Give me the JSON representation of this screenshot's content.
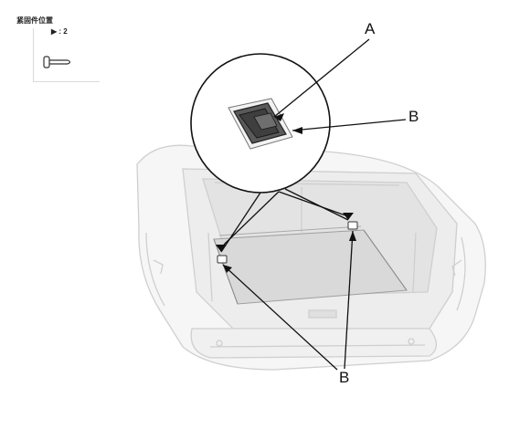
{
  "legend": {
    "title": "紧固件位置",
    "quantity": "▶ : 2",
    "fastener_icon": "clip-icon"
  },
  "callouts": {
    "a": "A",
    "b_detail": "B",
    "b_locations": "B"
  },
  "colors": {
    "line": "#111111",
    "vehicle_outline": "#c8c8c8",
    "cargo_floor": "#dcdcdc",
    "clip_fill": "#5a5a5a"
  }
}
